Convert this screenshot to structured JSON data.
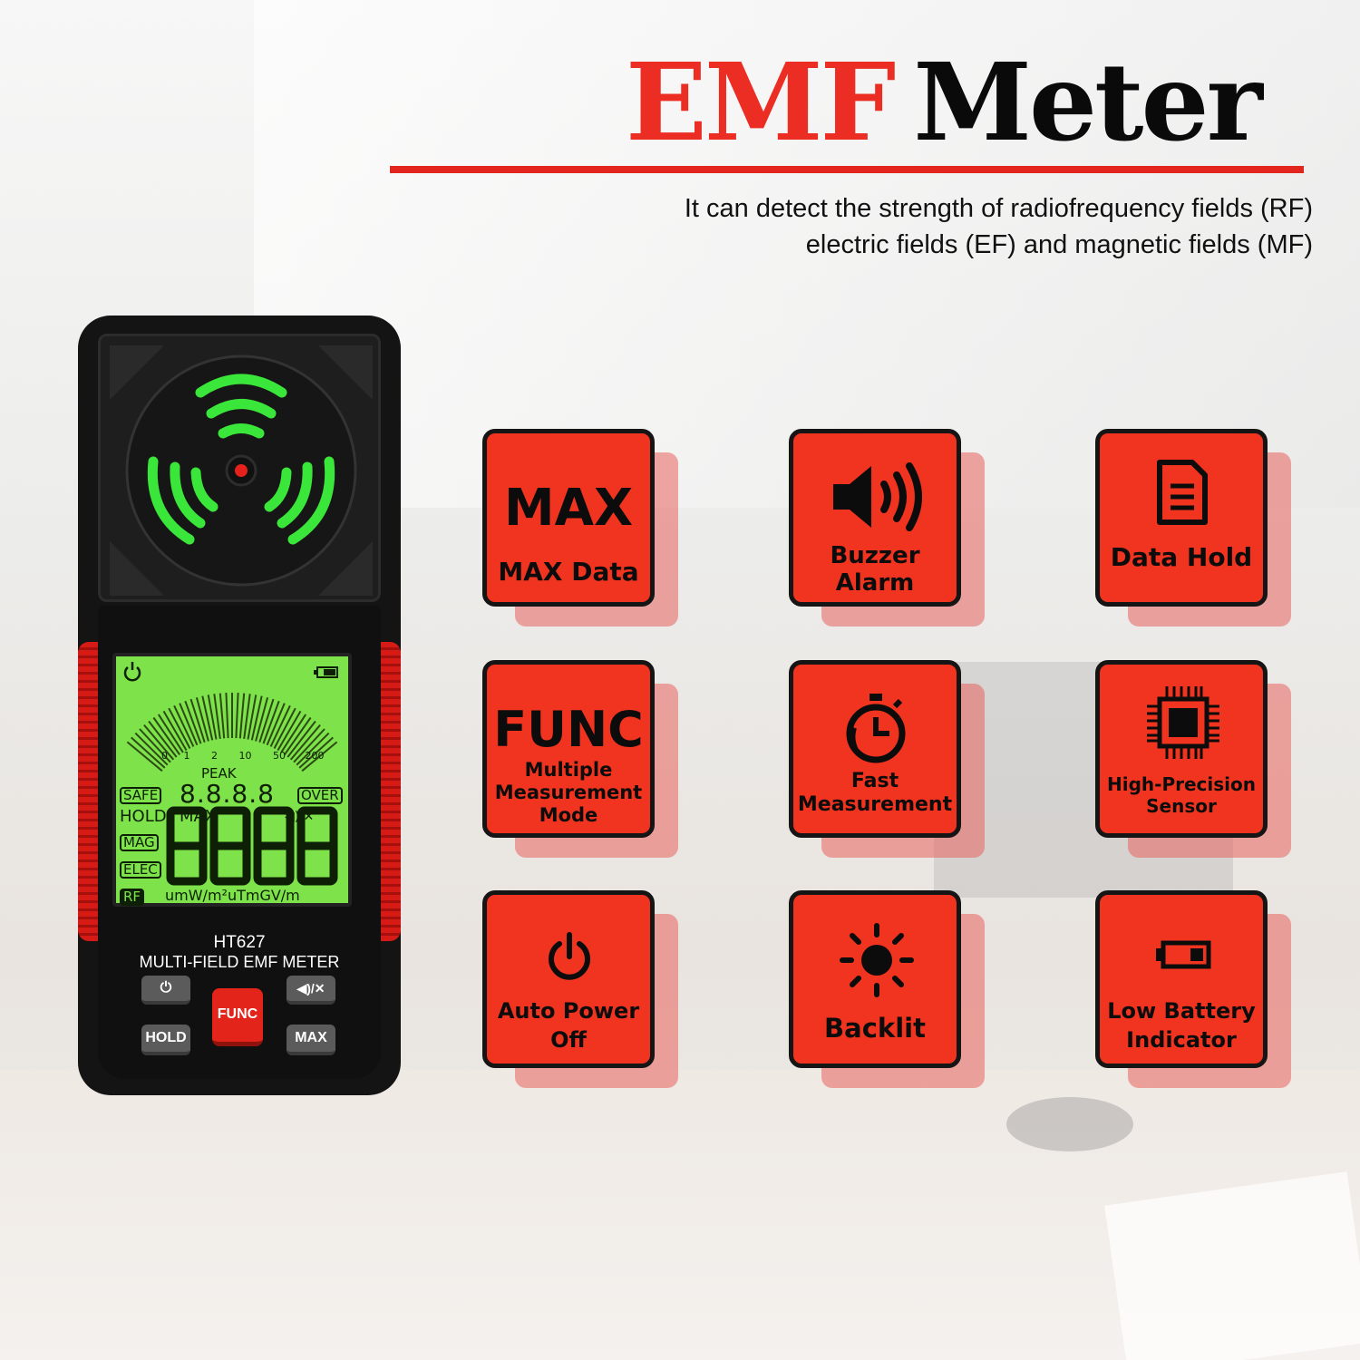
{
  "header": {
    "title_red": "EMF",
    "title_black": "Meter",
    "subtitle_line1": "It can detect the strength of radiofrequency fields (RF)",
    "subtitle_line2": "electric fields (EF) and magnetic fields (MF)"
  },
  "meter": {
    "lcd": {
      "scale_ticks": [
        "0",
        "1",
        "2",
        "10",
        "50",
        "200"
      ],
      "peak": "PEAK",
      "small_digits": "8.8.8.8",
      "safe": "SAFE",
      "over": "OVER",
      "hold": "HOLD",
      "max": "MAX",
      "mag": "MAG",
      "elec": "ELEC",
      "rf": "RF",
      "big_digits": "8.8.8.8",
      "units": "umW/m²uTmGV/m"
    },
    "model": "HT627",
    "model_name": "MULTI-FIELD EMF METER",
    "buttons": {
      "func": "FUNC",
      "hold": "HOLD",
      "max": "MAX"
    }
  },
  "features": [
    {
      "big": "MAX",
      "label_line1": "MAX Data",
      "label_line2": "",
      "icon": "max-text"
    },
    {
      "big": "",
      "label_line1": "Buzzer",
      "label_line2": "Alarm",
      "icon": "speaker-icon"
    },
    {
      "big": "",
      "label_line1": "Data Hold",
      "label_line2": "",
      "icon": "document-icon"
    },
    {
      "big": "FUNC",
      "label_line1": "Multiple",
      "label_line2": "Measurement",
      "label_line3": "Mode",
      "icon": "func-text"
    },
    {
      "big": "",
      "label_line1": "Fast",
      "label_line2": "Measurement",
      "icon": "stopwatch-icon"
    },
    {
      "big": "",
      "label_line1": "High-Precision",
      "label_line2": "Sensor",
      "icon": "chip-icon"
    },
    {
      "big": "",
      "label_line1": "Auto Power",
      "label_line2": "Off",
      "icon": "power-icon"
    },
    {
      "big": "",
      "label_line1": "Backlit",
      "label_line2": "",
      "icon": "sun-icon"
    },
    {
      "big": "",
      "label_line1": "Low Battery",
      "label_line2": "Indicator",
      "icon": "battery-icon"
    }
  ],
  "colors": {
    "accent_red": "#ec2d24",
    "tile_red": "#f0341f",
    "lcd_green": "#7ee34a",
    "sensor_green": "#39e23a"
  }
}
